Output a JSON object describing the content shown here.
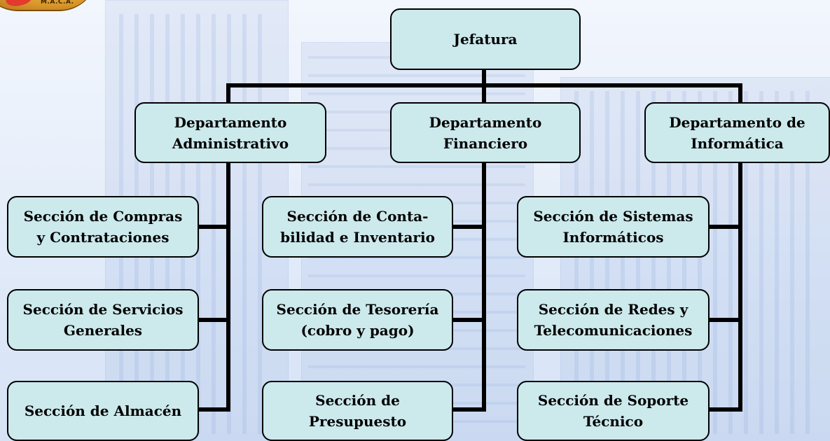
{
  "logo": {
    "text": "M.A.C.A.",
    "icon": "institution-seal-icon",
    "colors": {
      "gold": "#d9962a",
      "red": "#e23a2c"
    }
  },
  "org_chart": {
    "root": {
      "label": "Jefatura"
    },
    "departments": [
      {
        "id": "administrativo",
        "label": "Departamento\nAdministrativo",
        "sections": [
          {
            "label": "Sección de Compras\ny Contrataciones"
          },
          {
            "label": "Sección de Servicios\nGenerales"
          },
          {
            "label": "Sección de Almacén"
          }
        ]
      },
      {
        "id": "financiero",
        "label": "Departamento\nFinanciero",
        "sections": [
          {
            "label": "Sección de Conta-\nbilidad e Inventario"
          },
          {
            "label": "Sección de Tesorería\n(cobro y pago)"
          },
          {
            "label": "Sección de\nPresupuesto"
          }
        ]
      },
      {
        "id": "informatica",
        "label": "Departamento de\nInformática",
        "sections": [
          {
            "label": "Sección de Sistemas\nInformáticos"
          },
          {
            "label": "Sección de Redes y\nTelecomunicaciones"
          },
          {
            "label": "Sección de Soporte\nTécnico"
          }
        ]
      }
    ]
  },
  "colors": {
    "box_fill": "#cce9ec",
    "box_border": "#000000",
    "connector": "#000000",
    "background": "#e9f0fb"
  }
}
